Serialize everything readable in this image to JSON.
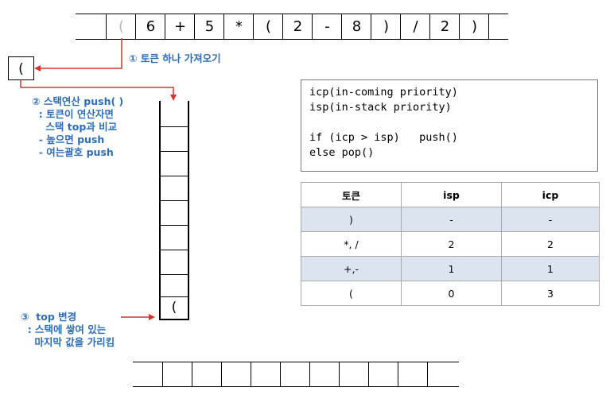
{
  "input_tokens": [
    "(",
    "6",
    "+",
    "5",
    "*",
    "(",
    "2",
    "-",
    "8",
    ")",
    "/",
    "2",
    ")",
    ""
  ],
  "token_box": "(",
  "stack": {
    "slots": 9,
    "top_value": "("
  },
  "output_slots": 11,
  "annotations": {
    "step1": "① 토큰 하나 가져오기",
    "step2_title": "② 스택연산 push( )",
    "step2_line1": "  : 토큰이 연산자면",
    "step2_line2": "    스택 top과 비교",
    "step2_line3": "  - 높으면 push",
    "step2_line4": "  - 여는괄호 push",
    "step3_title": "③  top 변경",
    "step3_line1": "  : 스택에 쌓여 있는",
    "step3_line2": "    마지막 값을 가리킴"
  },
  "code_lines": [
    "icp(in-coming priority)",
    "isp(in-stack priority)",
    "",
    "if (icp > isp)   push()",
    "else pop()"
  ],
  "priority_table": {
    "headers": [
      "토큰",
      "isp",
      "icp"
    ],
    "rows": [
      [
        ")",
        "-",
        "-"
      ],
      [
        "*, /",
        "2",
        "2"
      ],
      [
        "+,-",
        "1",
        "1"
      ],
      [
        "(",
        "0",
        "3"
      ]
    ]
  },
  "colors": {
    "annotation_blue": "#2e6db4",
    "arrow_red": "#d9342b",
    "table_shade": "#dce4ef"
  }
}
